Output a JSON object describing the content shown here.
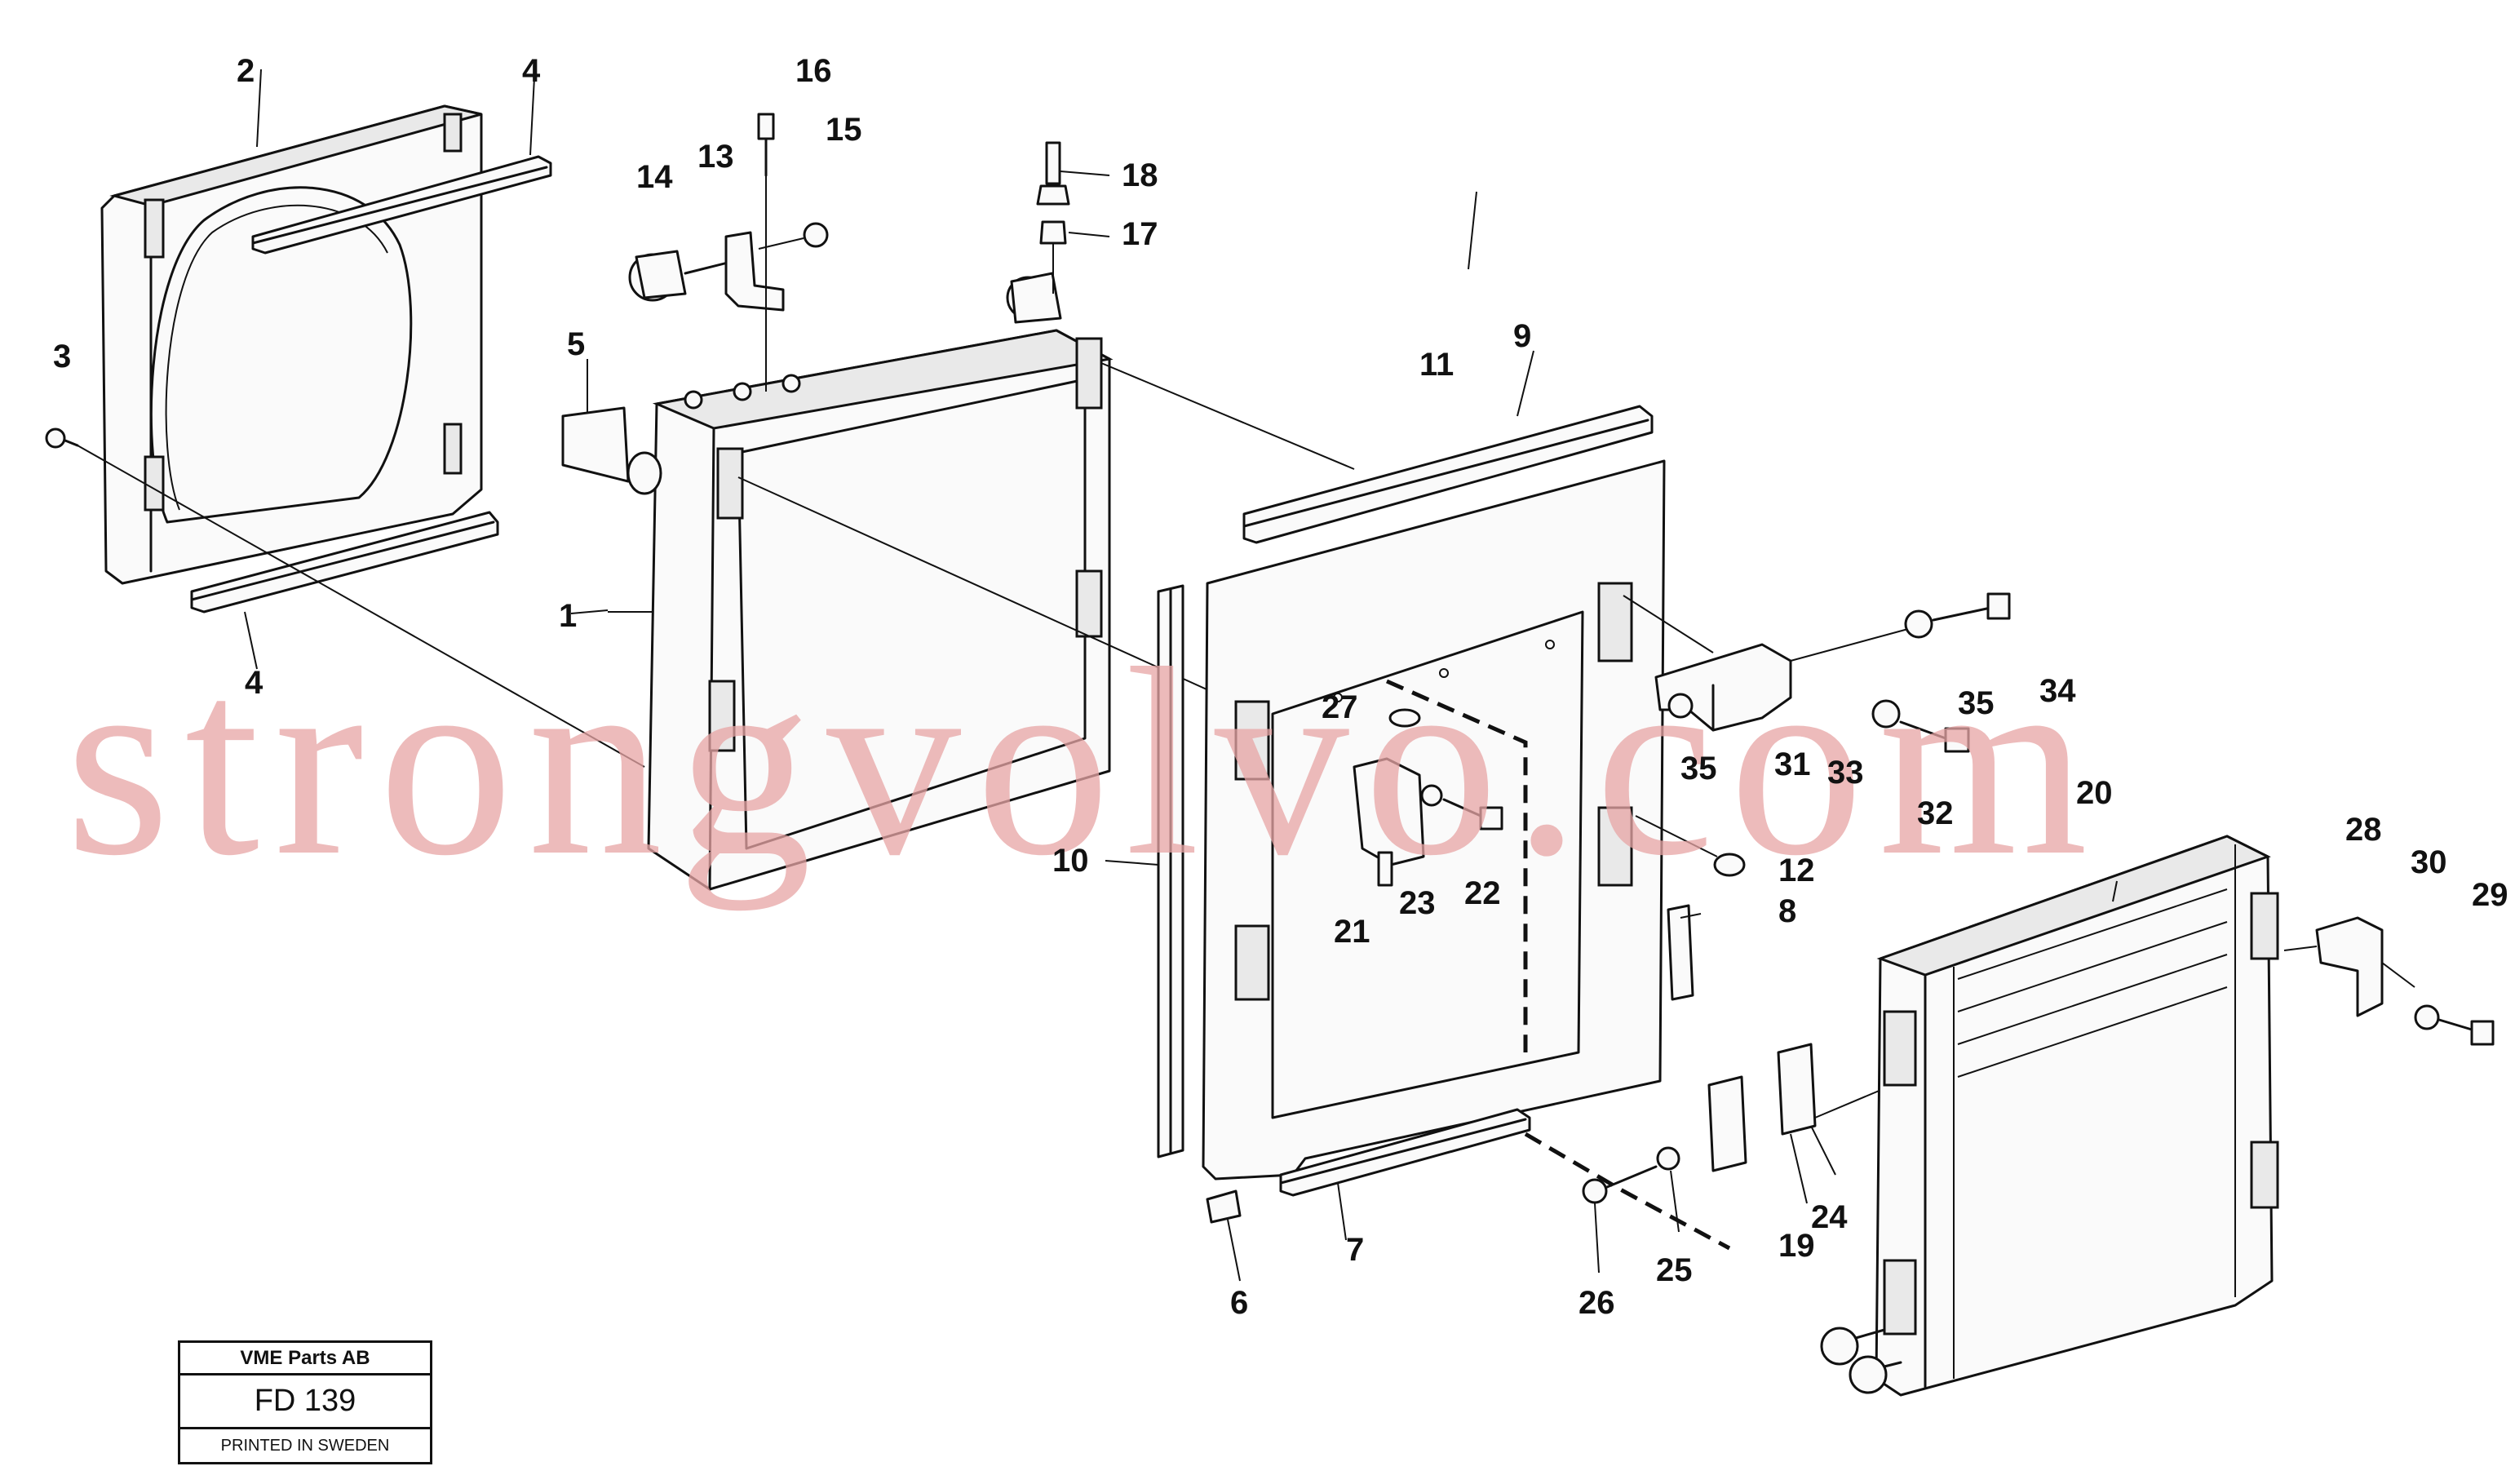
{
  "diagram": {
    "watermark": "strongvolvo.com",
    "callouts": [
      {
        "id": "c1",
        "text": "1"
      },
      {
        "id": "c2",
        "text": "2"
      },
      {
        "id": "c3",
        "text": "3"
      },
      {
        "id": "c4a",
        "text": "4"
      },
      {
        "id": "c4b",
        "text": "4"
      },
      {
        "id": "c5",
        "text": "5"
      },
      {
        "id": "c6",
        "text": "6"
      },
      {
        "id": "c7",
        "text": "7"
      },
      {
        "id": "c8",
        "text": "8"
      },
      {
        "id": "c9",
        "text": "9"
      },
      {
        "id": "c10",
        "text": "10"
      },
      {
        "id": "c11",
        "text": "11"
      },
      {
        "id": "c12",
        "text": "12"
      },
      {
        "id": "c13",
        "text": "13"
      },
      {
        "id": "c14",
        "text": "14"
      },
      {
        "id": "c15",
        "text": "15"
      },
      {
        "id": "c16",
        "text": "16"
      },
      {
        "id": "c17",
        "text": "17"
      },
      {
        "id": "c18",
        "text": "18"
      },
      {
        "id": "c19",
        "text": "19"
      },
      {
        "id": "c20",
        "text": "20"
      },
      {
        "id": "c21",
        "text": "21"
      },
      {
        "id": "c22",
        "text": "22"
      },
      {
        "id": "c23",
        "text": "23"
      },
      {
        "id": "c24",
        "text": "24"
      },
      {
        "id": "c25",
        "text": "25"
      },
      {
        "id": "c26",
        "text": "26"
      },
      {
        "id": "c27",
        "text": "27"
      },
      {
        "id": "c28",
        "text": "28"
      },
      {
        "id": "c29",
        "text": "29"
      },
      {
        "id": "c30",
        "text": "30"
      },
      {
        "id": "c31",
        "text": "31"
      },
      {
        "id": "c32",
        "text": "32"
      },
      {
        "id": "c33",
        "text": "33"
      },
      {
        "id": "c34",
        "text": "34"
      },
      {
        "id": "c35a",
        "text": "35"
      },
      {
        "id": "c35b",
        "text": "35"
      }
    ]
  },
  "info_box": {
    "company": "VME Parts AB",
    "code": "FD 139",
    "printed": "PRINTED IN SWEDEN"
  }
}
